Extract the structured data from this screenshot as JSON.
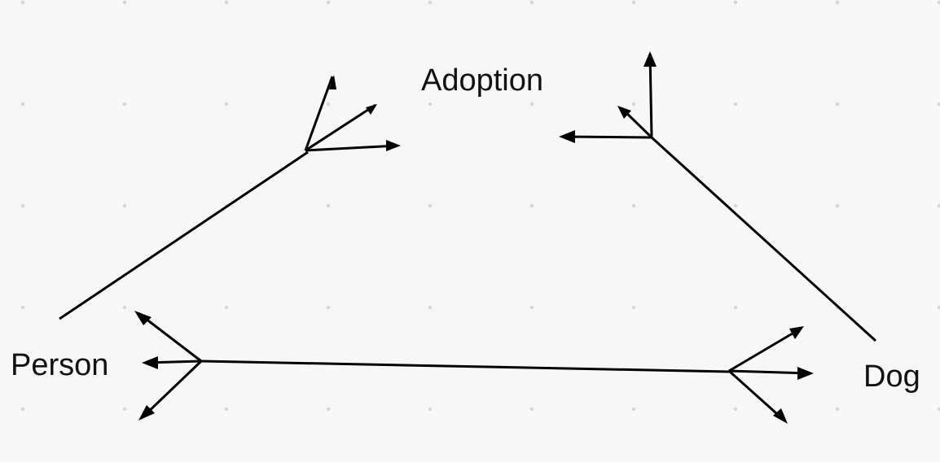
{
  "diagram": {
    "type": "er-crows-foot",
    "entities": {
      "adoption": "Adoption",
      "person": "Person",
      "dog": "Dog"
    },
    "relationships": [
      {
        "from": "Person",
        "to": "Adoption",
        "from_end": "none",
        "to_end": "crows-foot"
      },
      {
        "from": "Adoption",
        "to": "Dog",
        "from_end": "crows-foot",
        "to_end": "none"
      },
      {
        "from": "Person",
        "to": "Dog",
        "from_end": "crows-foot",
        "to_end": "crows-foot"
      }
    ]
  },
  "colors": {
    "background": "#f7f7f7",
    "grid_dot": "#d6d6d6",
    "line": "#000000",
    "text": "#111111"
  }
}
